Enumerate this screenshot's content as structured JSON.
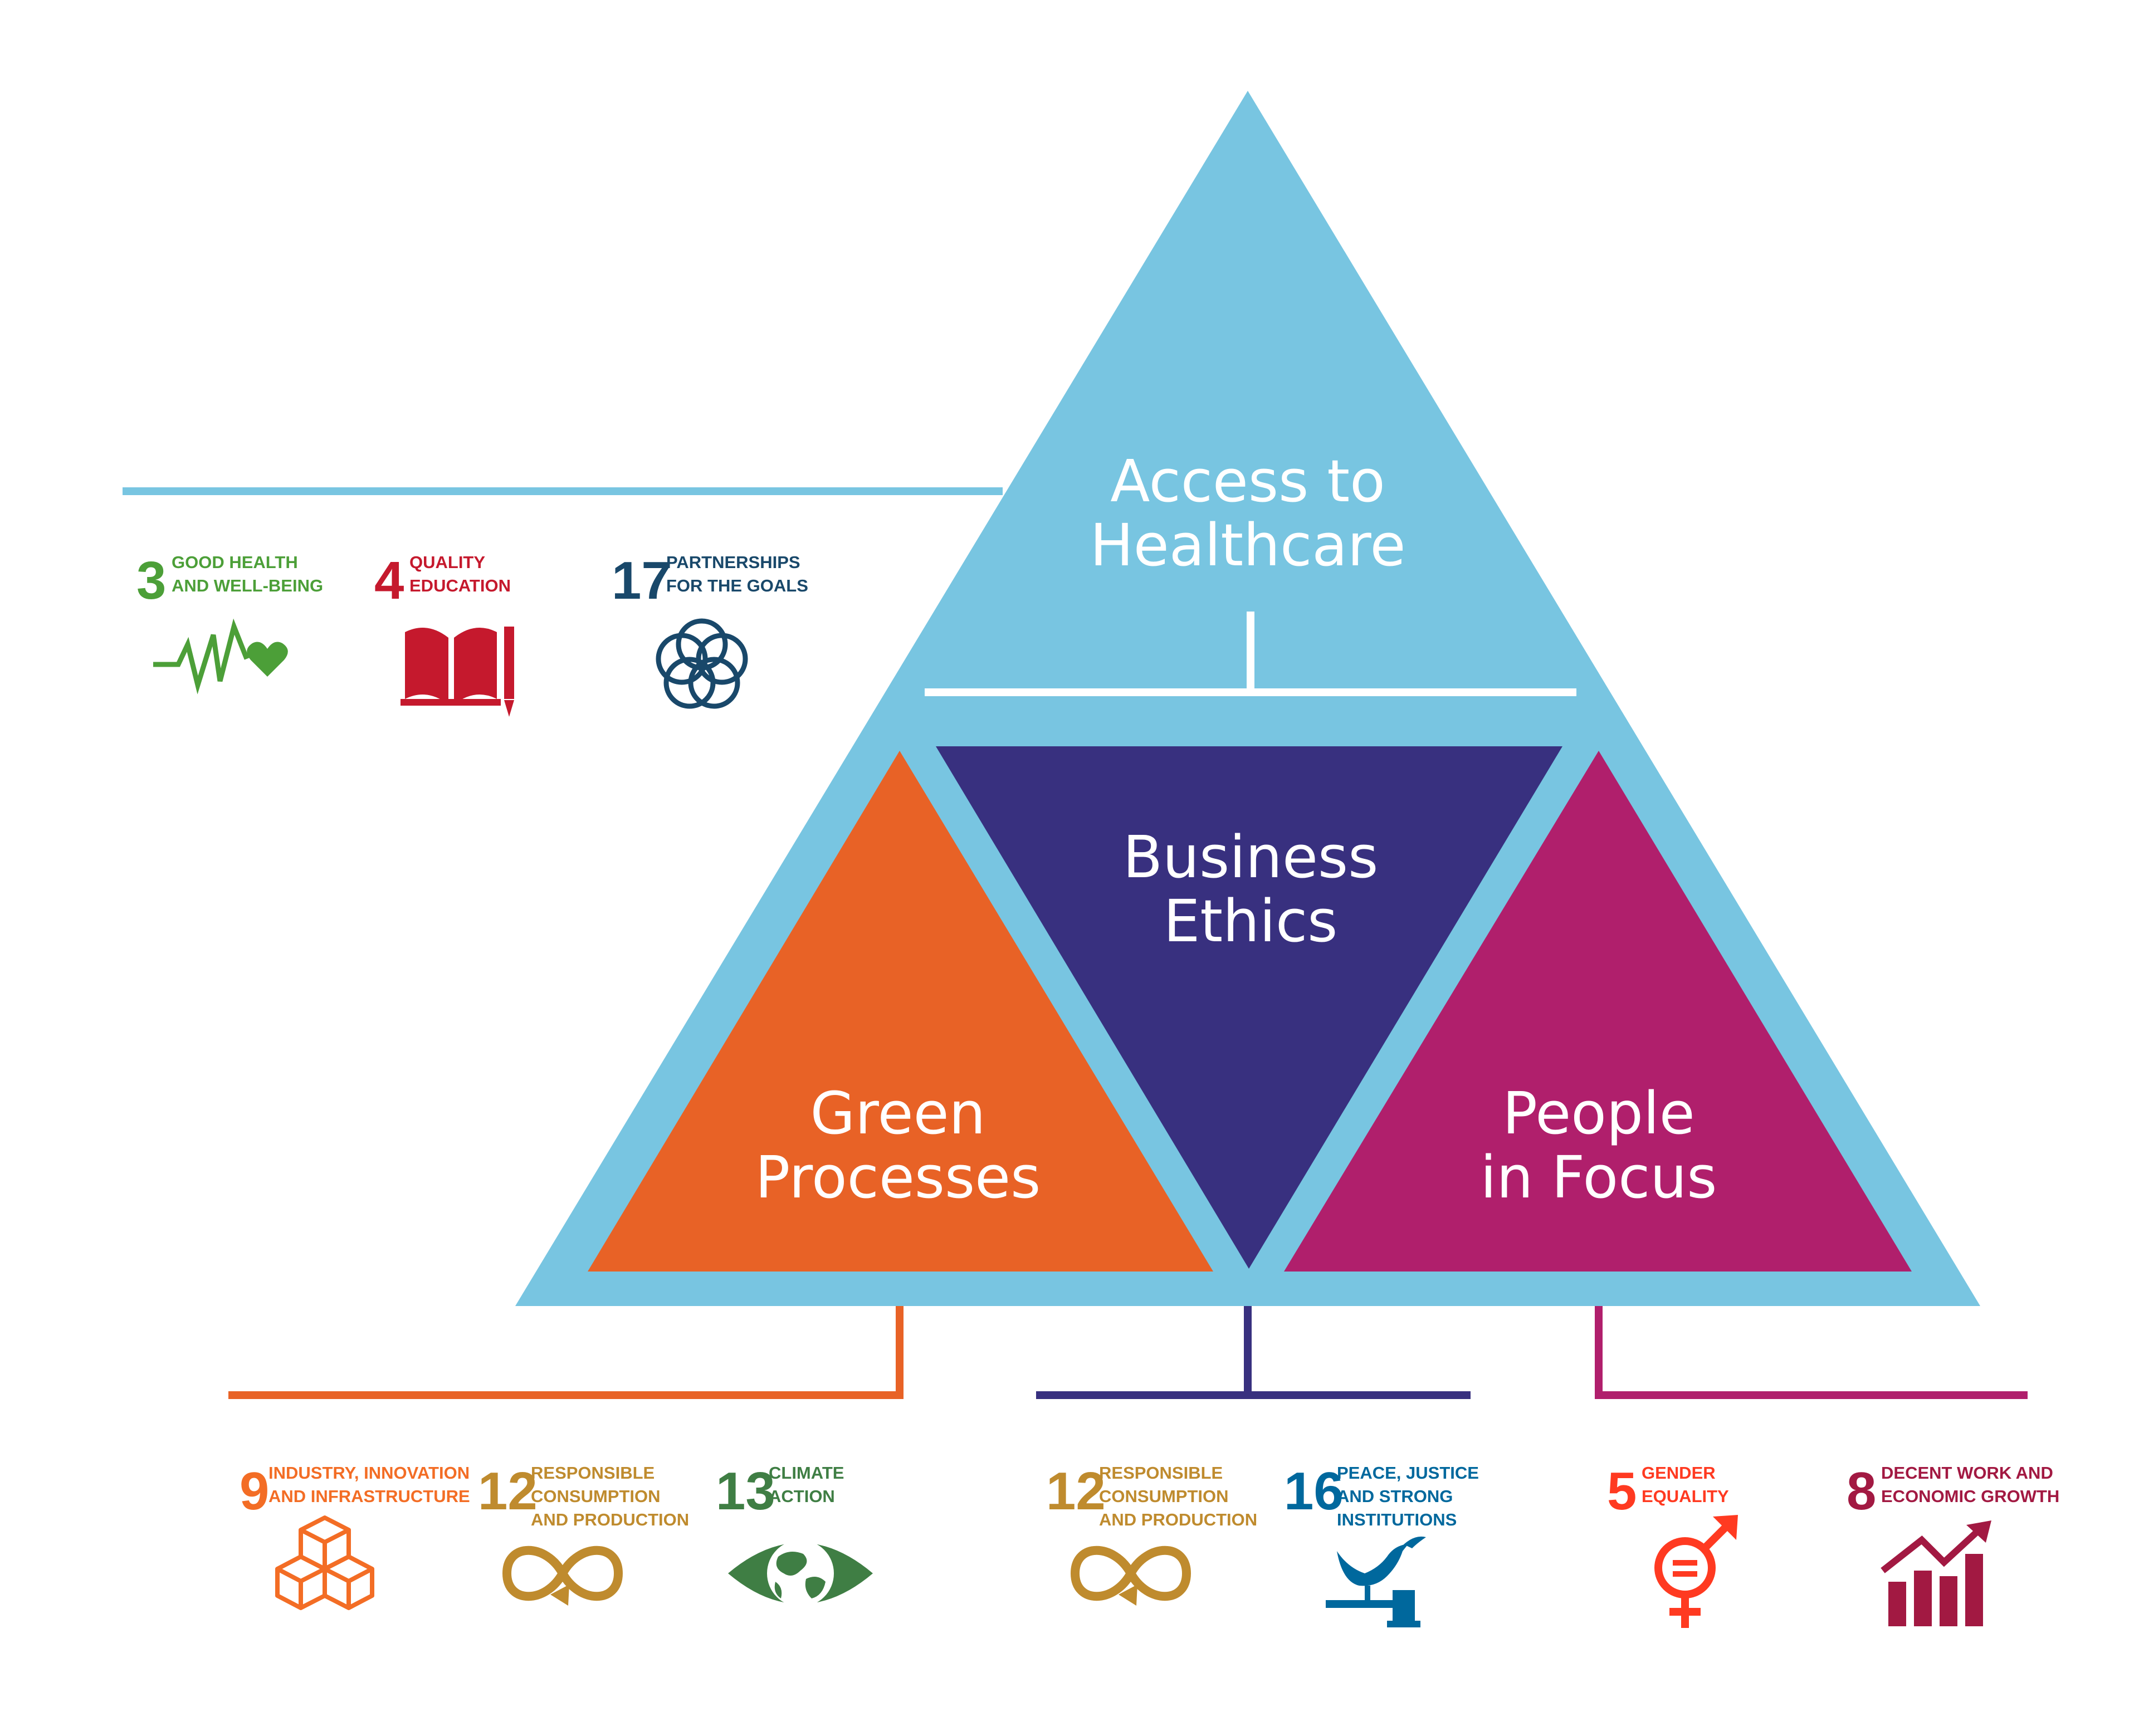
{
  "pillars": {
    "access": {
      "line1": "Access to",
      "line2": "Healthcare",
      "color": "#78C5E1"
    },
    "ethics": {
      "line1": "Business",
      "line2": "Ethics",
      "color": "#38307F"
    },
    "green": {
      "line1": "Green",
      "line2": "Processes",
      "color": "#E86226"
    },
    "people": {
      "line1": "People",
      "line2": "in Focus",
      "color": "#B01F6C"
    }
  },
  "sdg_groups": {
    "access": [
      {
        "number": "3",
        "line1": "GOOD HEALTH",
        "line2": "AND WELL-BEING",
        "line3": "",
        "color": "#4C9F38",
        "icon": "heartbeat-icon"
      },
      {
        "number": "4",
        "line1": "QUALITY",
        "line2": "EDUCATION",
        "line3": "",
        "color": "#C5192D",
        "icon": "book-pencil-icon"
      },
      {
        "number": "17",
        "line1": "PARTNERSHIPS",
        "line2": "FOR THE GOALS",
        "line3": "",
        "color": "#19486A",
        "icon": "rings-icon"
      }
    ],
    "green": [
      {
        "number": "9",
        "line1": "INDUSTRY, INNOVATION",
        "line2": "AND INFRASTRUCTURE",
        "line3": "",
        "color": "#F36D25",
        "icon": "cubes-icon"
      },
      {
        "number": "12",
        "line1": "RESPONSIBLE",
        "line2": "CONSUMPTION",
        "line3": "AND PRODUCTION",
        "color": "#BF8B2E",
        "icon": "infinity-icon"
      },
      {
        "number": "13",
        "line1": "CLIMATE",
        "line2": "ACTION",
        "line3": "",
        "color": "#3F7E44",
        "icon": "earth-eye-icon"
      }
    ],
    "ethics": [
      {
        "number": "12",
        "line1": "RESPONSIBLE",
        "line2": "CONSUMPTION",
        "line3": "AND PRODUCTION",
        "color": "#BF8B2E",
        "icon": "infinity-icon"
      },
      {
        "number": "16",
        "line1": "PEACE, JUSTICE",
        "line2": "AND STRONG",
        "line3": "INSTITUTIONS",
        "color": "#00689D",
        "icon": "dove-gavel-icon"
      }
    ],
    "people": [
      {
        "number": "5",
        "line1": "GENDER",
        "line2": "EQUALITY",
        "line3": "",
        "color": "#FF3A21",
        "icon": "gender-equality-icon"
      },
      {
        "number": "8",
        "line1": "DECENT WORK AND",
        "line2": "ECONOMIC GROWTH",
        "line3": "",
        "color": "#A21942",
        "icon": "growth-chart-icon"
      }
    ]
  }
}
